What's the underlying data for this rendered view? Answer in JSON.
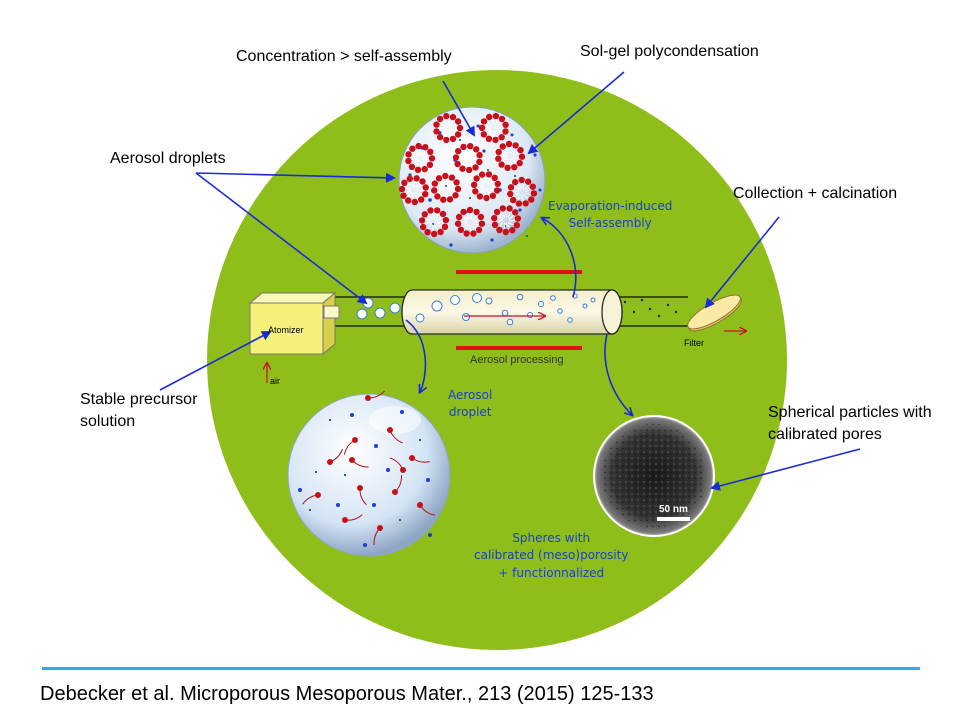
{
  "labels": {
    "concentration": "Concentration > self-assembly",
    "solgel": "Sol-gel polycondensation",
    "aerosol_droplets": "Aerosol droplets",
    "collection": "Collection + calcination",
    "stable_precursor_1": "Stable precursor",
    "stable_precursor_2": "solution",
    "spherical_1": "Spherical particles with",
    "spherical_2": "calibrated pores"
  },
  "inner_text": {
    "evaporation_1": "Evaporation-induced",
    "evaporation_2": "Self-assembly",
    "aerosol_processing": "Aerosol processing",
    "aerosol_droplet_1": "Aerosol",
    "aerosol_droplet_2": "droplet",
    "spheres_1": "Spheres with",
    "spheres_2": "calibrated (meso)porosity",
    "spheres_3": "+ functionnalized",
    "atomizer": "Atomizer",
    "air": "air",
    "filter": "Filter",
    "scale_bar": "50 nm"
  },
  "citation": "Debecker et al. Microporous Mesoporous Mater., 213 (2015) 125-133",
  "colors": {
    "green_disc": "#8fbe1a",
    "arrow_blue": "#1a2bd6",
    "heater_red": "#e01010",
    "micelle_red": "#c8101a",
    "footer_line": "#2ab0e6",
    "atomizer_yellow": "#f4f07a"
  }
}
